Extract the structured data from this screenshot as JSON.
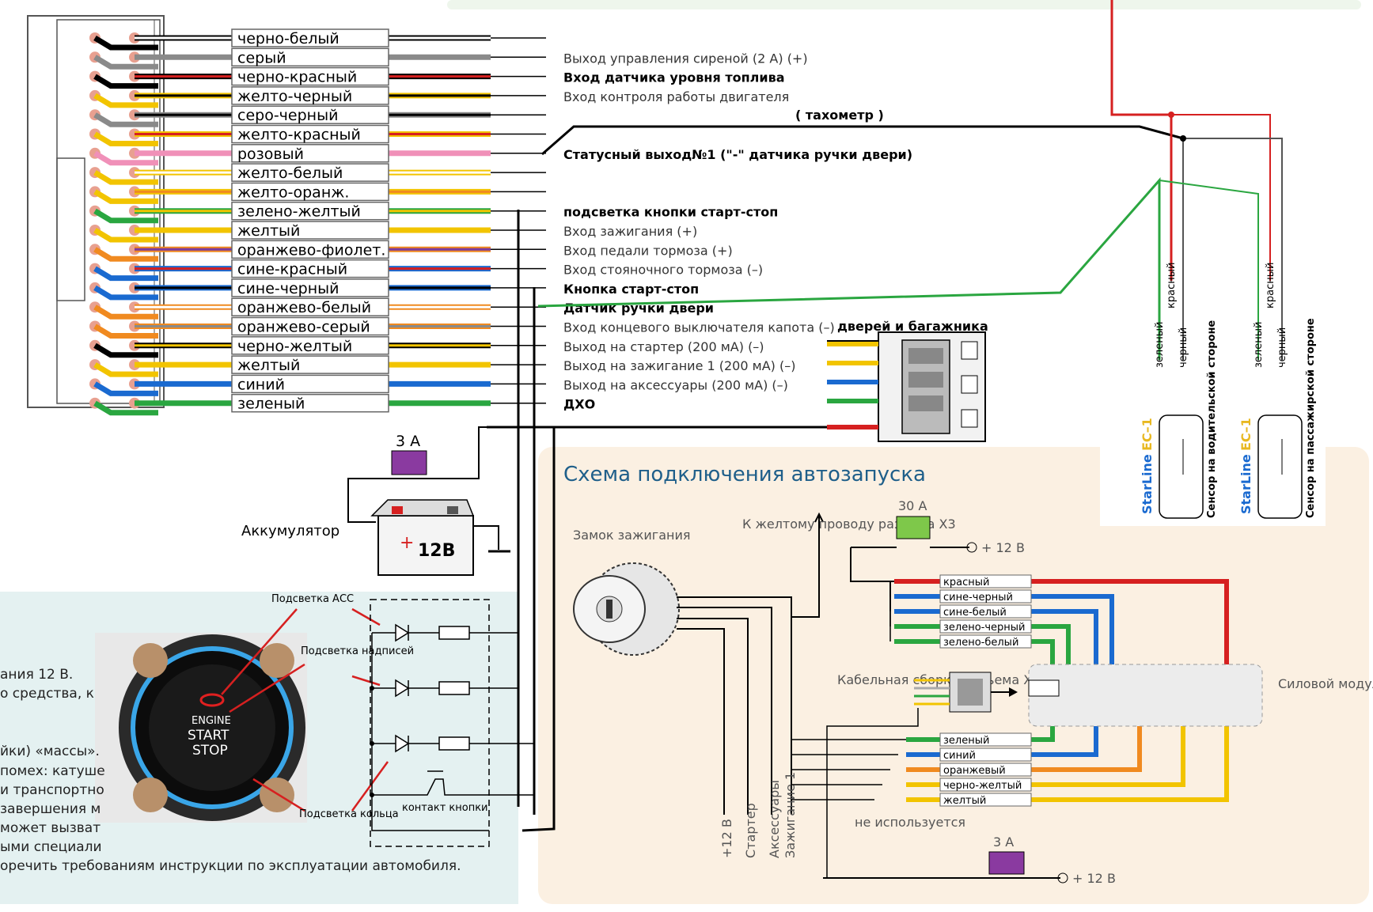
{
  "main_connector": {
    "wires": [
      {
        "label": "черно-белый",
        "colors": [
          "#000000",
          "#ffffff"
        ],
        "function": "",
        "bold": false
      },
      {
        "label": "серый",
        "colors": [
          "#8a8a8a"
        ],
        "function": "Выход управления сиреной (2 А) (+)",
        "bold": false
      },
      {
        "label": "черно-красный",
        "colors": [
          "#000000",
          "#d62020"
        ],
        "function": "Вход датчика уровня топлива",
        "bold": true
      },
      {
        "label": "желто-черный",
        "colors": [
          "#f2c400",
          "#000000"
        ],
        "function": "Вход контроля работы двигателя",
        "bold": false
      },
      {
        "label": "серо-черный",
        "colors": [
          "#8a8a8a",
          "#000000"
        ],
        "function": "",
        "bold": false
      },
      {
        "label": "желто-красный",
        "colors": [
          "#f2c400",
          "#d62020"
        ],
        "function": "",
        "bold": false
      },
      {
        "label": "розовый",
        "colors": [
          "#f090b8"
        ],
        "function": "Статусный выход№1 (\"-\" датчика ручки двери)",
        "bold": true
      },
      {
        "label": "желто-белый",
        "colors": [
          "#f2c400",
          "#ffffff"
        ],
        "function": "",
        "bold": false
      },
      {
        "label": "желто-оранж.",
        "colors": [
          "#f2c400",
          "#f08a20"
        ],
        "function": "",
        "bold": false
      },
      {
        "label": "зелено-желтый",
        "colors": [
          "#2aa640",
          "#f2c400"
        ],
        "function": "подсветка кнопки старт-стоп",
        "bold": true
      },
      {
        "label": "желтый",
        "colors": [
          "#f2c400"
        ],
        "function": "Вход зажигания (+)",
        "bold": false
      },
      {
        "label": "оранжево-фиолет.",
        "colors": [
          "#f08a20",
          "#7a3aa0"
        ],
        "function": "Вход педали тормоза (+)",
        "bold": false
      },
      {
        "label": "сине-красный",
        "colors": [
          "#1a6ad0",
          "#d62020"
        ],
        "function": "Вход стояночного тормоза (–)",
        "bold": false
      },
      {
        "label": "сине-черный",
        "colors": [
          "#1a6ad0",
          "#000000"
        ],
        "function": "Кнопка старт-стоп",
        "bold": true
      },
      {
        "label": "оранжево-белый",
        "colors": [
          "#f08a20",
          "#ffffff"
        ],
        "function": "Датчик ручки двери",
        "bold": true
      },
      {
        "label": "оранжево-серый",
        "colors": [
          "#f08a20",
          "#8a8a8a"
        ],
        "function": "Вход концевого выключателя капота (–)",
        "bold": false
      },
      {
        "label": "черно-желтый",
        "colors": [
          "#000000",
          "#f2c400"
        ],
        "function": "Выход на стартер (200 мА) (–)",
        "bold": false
      },
      {
        "label": "желтый",
        "colors": [
          "#f2c400"
        ],
        "function": "Выход на зажигание 1 (200 мА) (–)",
        "bold": false
      },
      {
        "label": "синий",
        "colors": [
          "#1a6ad0"
        ],
        "function": "Выход на аксессуары (200 мА) (–)",
        "bold": false
      },
      {
        "label": "зеленый",
        "colors": [
          "#2aa640"
        ],
        "function": "ДХО",
        "bold": true
      }
    ],
    "extra_tachometer": "( тахометр )",
    "extra_doors": "дверей и багажника"
  },
  "battery": {
    "label": "Аккумулятор",
    "fuse": "3 А",
    "voltage": "12В"
  },
  "button": {
    "engine": "ENGINE",
    "start": "START",
    "stop": "STOP",
    "callout_acc": "Подсветка АСС",
    "callout_text": "Подсветка надписей",
    "callout_ring": "Подсветка кольца",
    "contact": "контакт кнопки"
  },
  "left_notes": [
    "ания 12 В.",
    "о средства, к",
    "йки) «массы».",
    "помех: катуше",
    "и транспортно",
    "завершения м",
    "может вызват",
    "ыми специали",
    "оречить требованиям инструкции по эксплуатации автомобиля."
  ],
  "autostart": {
    "title": "Схема подключения автозапуска",
    "ignition_lock": "Замок зажигания",
    "to_yellow": "К желтому проводу разъема Х3",
    "fuse_top": "30 А",
    "plus12_top": "+ 12 В",
    "cable": "Кабельная сборка разъема Х3",
    "power_module": "Силовой модуль",
    "top_wires": [
      {
        "label": "красный",
        "color": "#d62020"
      },
      {
        "label": "сине-черный",
        "color": "#1a6ad0"
      },
      {
        "label": "сине-белый",
        "color": "#1a6ad0"
      },
      {
        "label": "зелено-черный",
        "color": "#2aa640"
      },
      {
        "label": "зелено-белый",
        "color": "#2aa640"
      }
    ],
    "bottom_wires": [
      {
        "label": "зеленый",
        "color": "#2aa640"
      },
      {
        "label": "синий",
        "color": "#1a6ad0"
      },
      {
        "label": "оранжевый",
        "color": "#f08a20"
      },
      {
        "label": "черно-желтый",
        "color": "#f2c400"
      },
      {
        "label": "желтый",
        "color": "#f2c400"
      }
    ],
    "bottom_labels": [
      "+12 В",
      "Стартер",
      "Аксессуары",
      "Зажигание 1"
    ],
    "unused": "не используется",
    "fuse_bottom": "3 А",
    "plus12_bottom": "+ 12 В"
  },
  "sensors": [
    {
      "brand": "StarLine",
      "model": "EC–1",
      "caption": "Сенсор на водительской стороне",
      "wires": [
        "зеленый",
        "красный",
        "черный"
      ]
    },
    {
      "brand": "StarLine",
      "model": "EC–1",
      "caption": "Сенсор на пассажирской стороне",
      "wires": [
        "зеленый",
        "красный",
        "черный"
      ]
    }
  ]
}
